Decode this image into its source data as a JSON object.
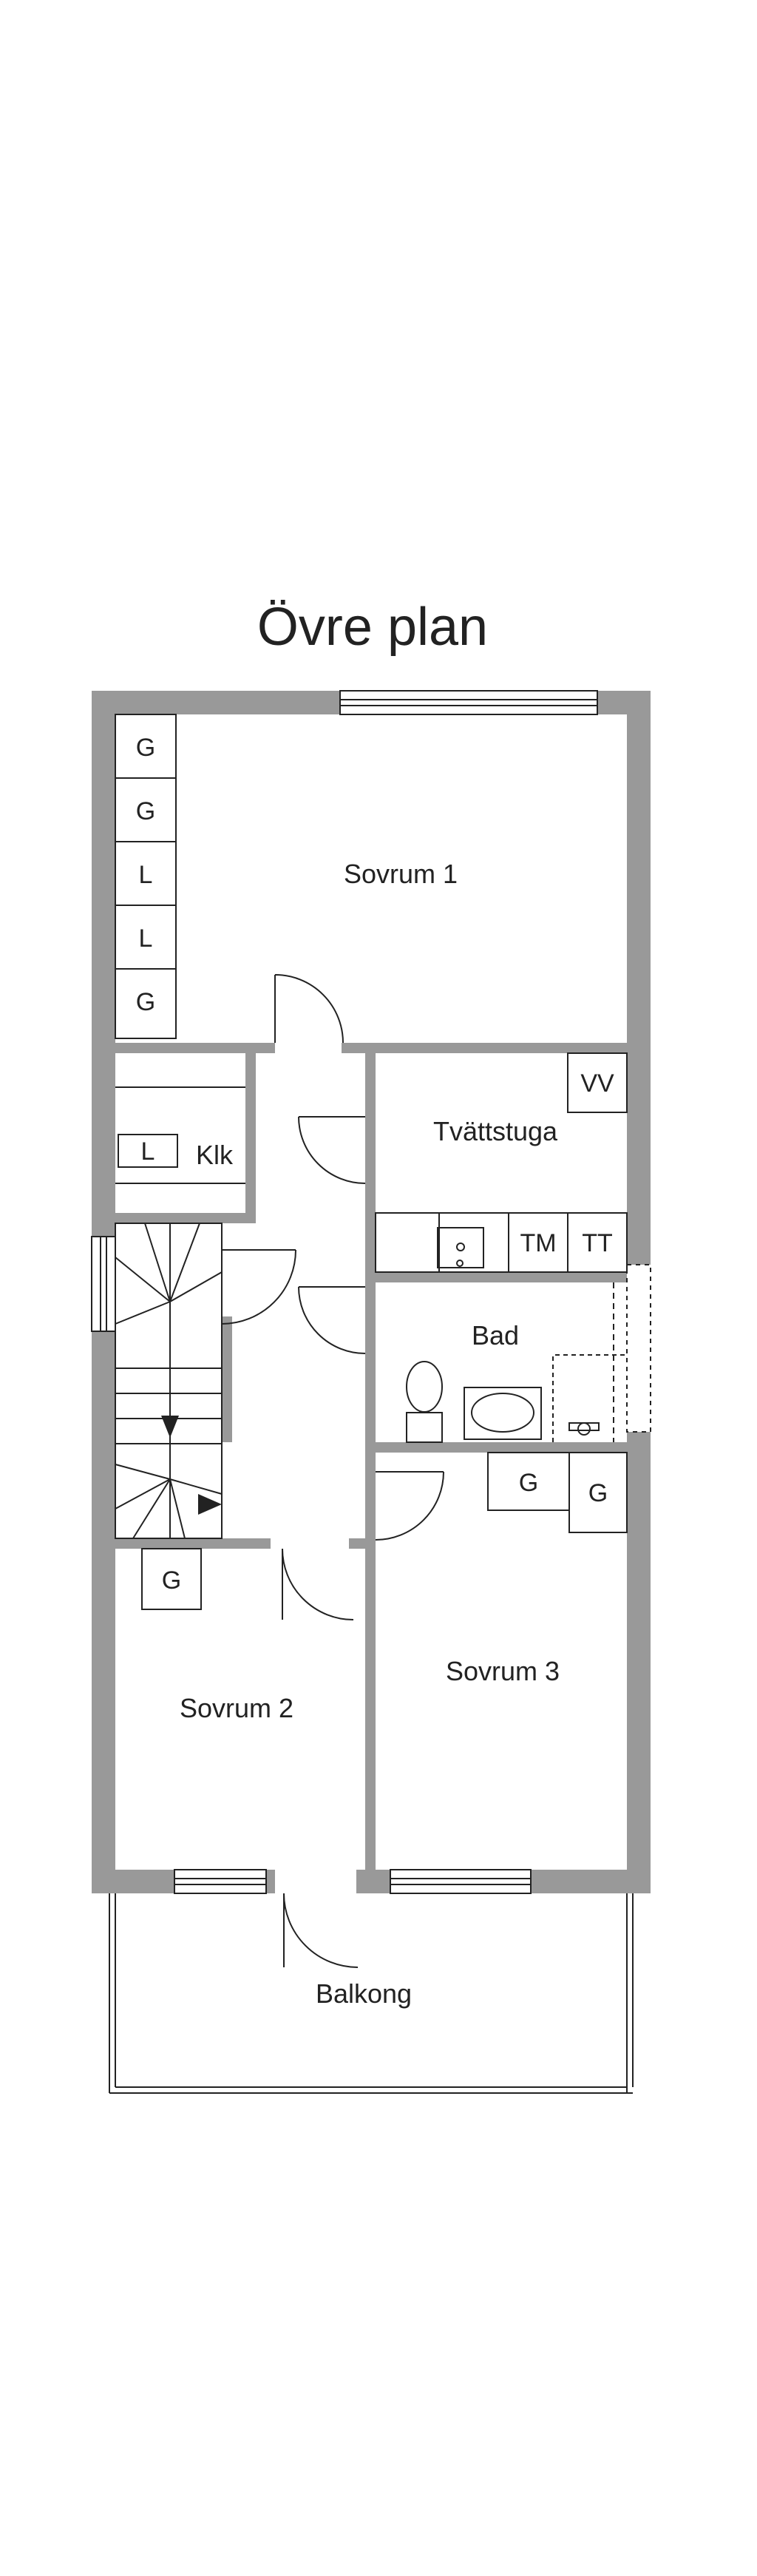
{
  "title": "Övre plan",
  "rooms": {
    "sovrum1": "Sovrum 1",
    "tvattstuga": "Tvättstuga",
    "klk": "Klk",
    "bad": "Bad",
    "sovrum2": "Sovrum 2",
    "sovrum3": "Sovrum 3",
    "balkong": "Balkong"
  },
  "fixtures": {
    "closet1": [
      "G",
      "G",
      "L",
      "L",
      "G"
    ],
    "klk_l": "L",
    "vv": "VV",
    "tm": "TM",
    "tt": "TT",
    "bath_g1": "G",
    "bath_g2": "G",
    "s2_g": "G"
  },
  "colors": {
    "wall": "#999999",
    "line": "#222222",
    "background": "#ffffff"
  }
}
